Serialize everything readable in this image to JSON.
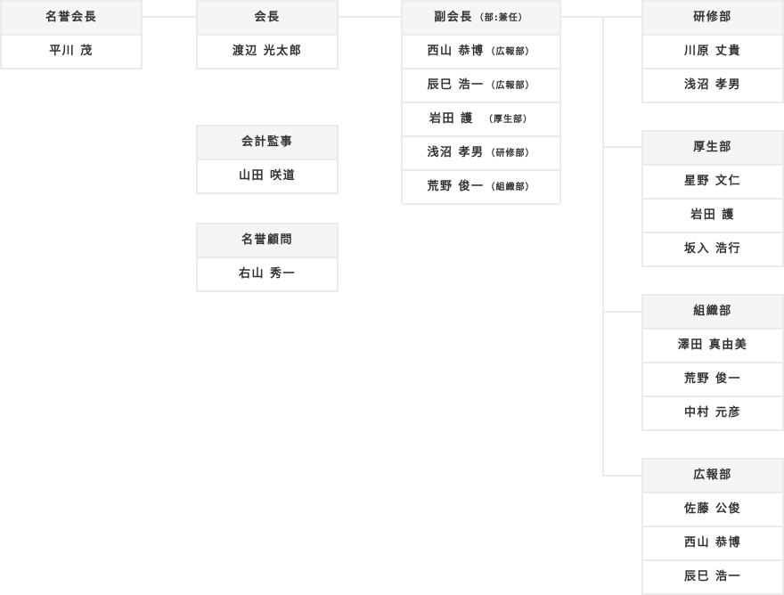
{
  "boxes": [
    {
      "id": "b-honorary-chair",
      "name": "honorary-chair-box",
      "title": "名誉会長",
      "members": [
        {
          "name": "平川 茂"
        }
      ]
    },
    {
      "id": "b-chair",
      "name": "chair-box",
      "title": "会長",
      "members": [
        {
          "name": "渡辺 光太郎"
        }
      ]
    },
    {
      "id": "b-auditor",
      "name": "auditor-box",
      "title": "会計監事",
      "members": [
        {
          "name": "山田 咲道"
        }
      ]
    },
    {
      "id": "b-advisor",
      "name": "honorary-advisor-box",
      "title": "名誉顧問",
      "members": [
        {
          "name": "右山 秀一"
        }
      ]
    },
    {
      "id": "b-vice",
      "name": "vice-chair-box",
      "title": "副会長",
      "title_note": "（部:兼任）",
      "members": [
        {
          "name": "西山 恭博",
          "note": "（広報部）"
        },
        {
          "name": "辰巳 浩一",
          "note": "（広報部）"
        },
        {
          "name": "岩田 護　",
          "note": "（厚生部）"
        },
        {
          "name": "浅沼 孝男",
          "note": "（研修部）"
        },
        {
          "name": "荒野 俊一",
          "note": "（組織部）"
        }
      ]
    },
    {
      "id": "b-training",
      "name": "training-dept-box",
      "title": "研修部",
      "members": [
        {
          "name": "川原 丈貴"
        },
        {
          "name": "浅沼 孝男"
        }
      ]
    },
    {
      "id": "b-welfare",
      "name": "welfare-dept-box",
      "title": "厚生部",
      "members": [
        {
          "name": "星野 文仁"
        },
        {
          "name": "岩田 護"
        },
        {
          "name": "坂入 浩行"
        }
      ]
    },
    {
      "id": "b-organization",
      "name": "organization-dept-box",
      "title": "組織部",
      "members": [
        {
          "name": "澤田 真由美"
        },
        {
          "name": "荒野 俊一"
        },
        {
          "name": "中村 元彦"
        }
      ]
    },
    {
      "id": "b-pr",
      "name": "pr-dept-box",
      "title": "広報部",
      "members": [
        {
          "name": "佐藤 公俊"
        },
        {
          "name": "西山 恭博"
        },
        {
          "name": "辰巳 浩一"
        }
      ]
    }
  ]
}
